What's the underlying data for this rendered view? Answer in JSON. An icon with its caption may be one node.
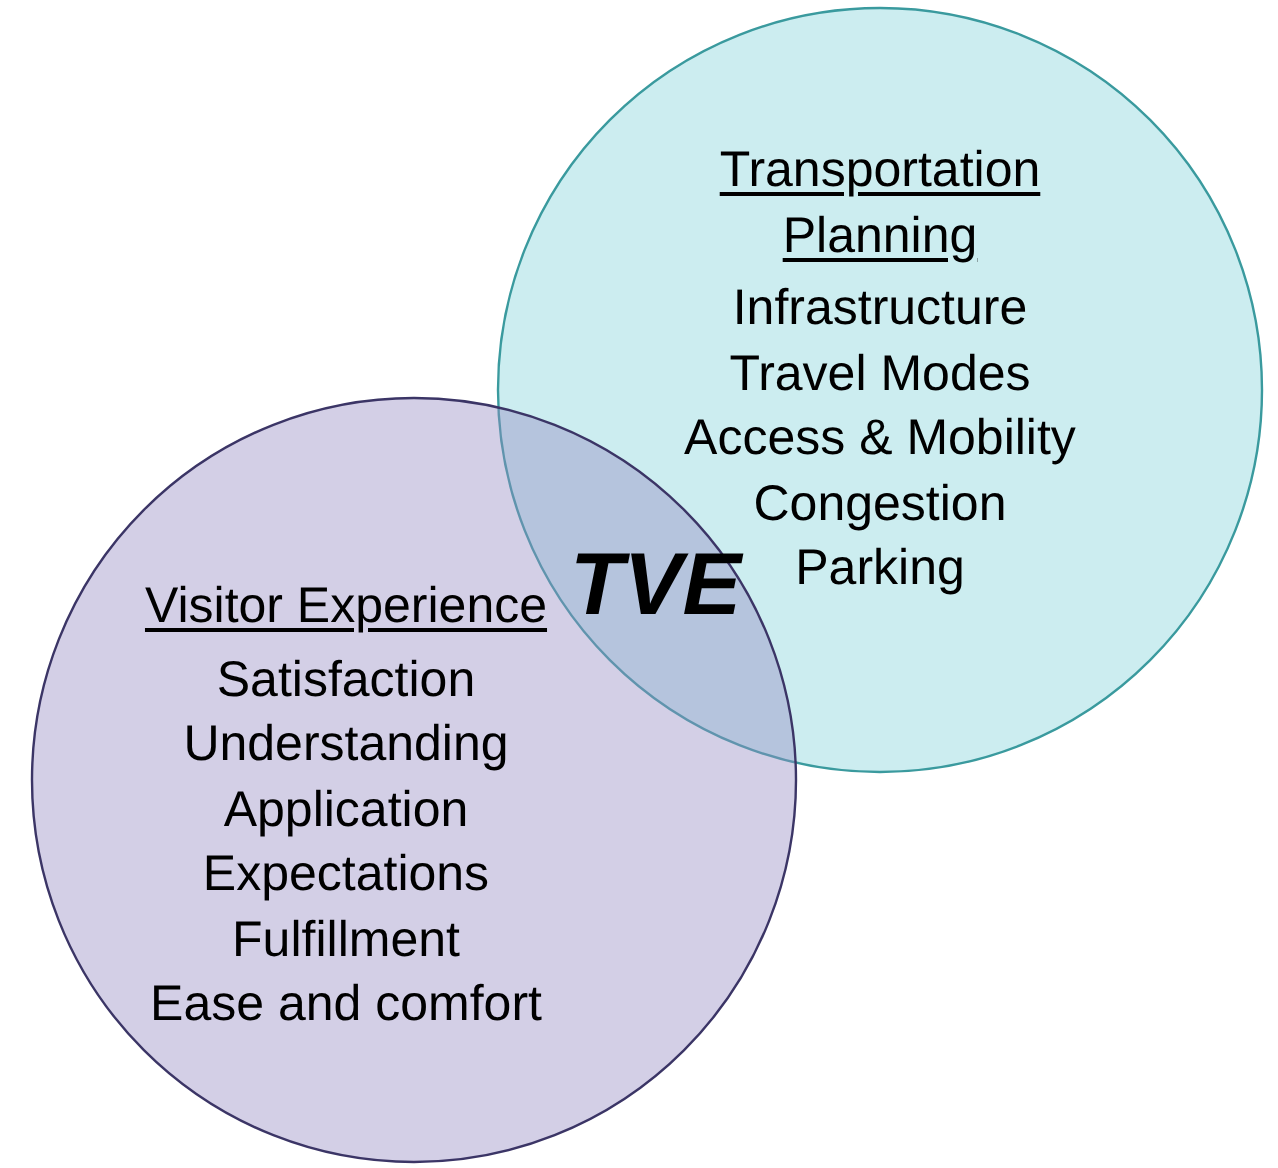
{
  "diagram": {
    "nodes": [
      {
        "text": [
          "Transportation Planning",
          "Infrastructure",
          "Travel Modes",
          "Access & Mobility",
          "Congestion",
          "Parking"
        ]
      },
      {
        "text": [
          "Visitor Experience",
          "Satisfaction",
          "Understanding",
          "Application",
          "Expectations",
          "Fulfillment",
          "Ease and comfort"
        ]
      }
    ],
    "edges": [],
    "labels": [
      "TVE"
    ]
  }
}
